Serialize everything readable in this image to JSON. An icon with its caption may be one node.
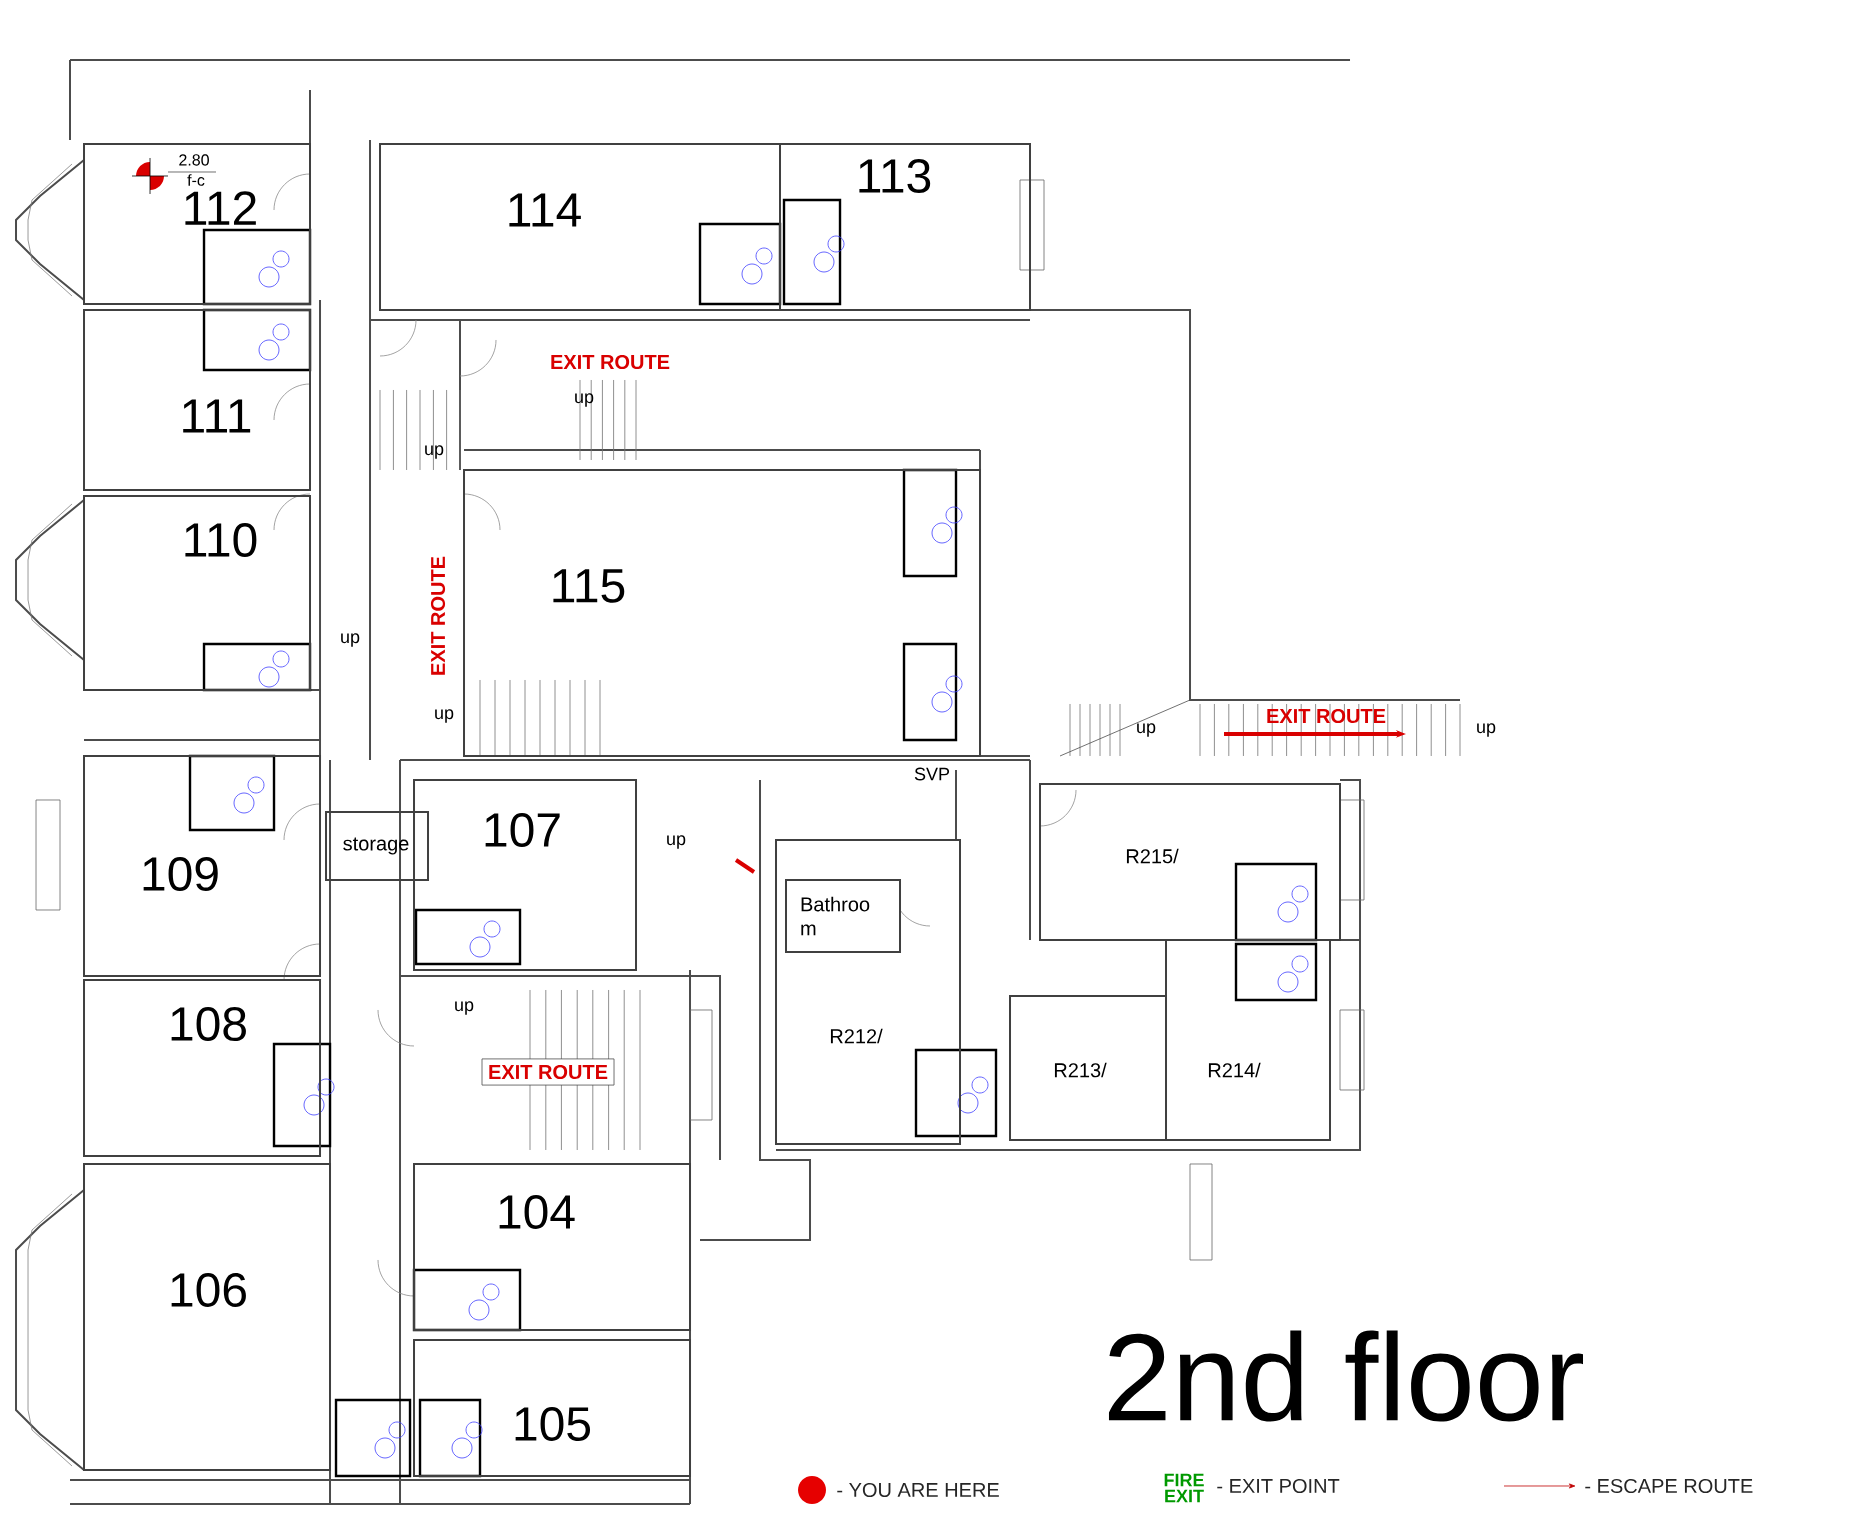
{
  "diagram": {
    "title": "2nd floor",
    "nodes": [
      {
        "text": [
          "112"
        ]
      },
      {
        "text": [
          "114"
        ]
      },
      {
        "text": [
          "113"
        ]
      },
      {
        "text": [
          "111"
        ]
      },
      {
        "text": [
          "110"
        ]
      },
      {
        "text": [
          "115"
        ]
      },
      {
        "text": [
          "R215/"
        ]
      },
      {
        "text": [
          "109"
        ]
      },
      {
        "text": [
          "storage"
        ]
      },
      {
        "text": [
          "107"
        ]
      },
      {
        "text": [
          "R212/"
        ]
      },
      {
        "text": [
          "Bathroo m"
        ],
        "in": 10
      },
      {
        "text": [
          "R213/"
        ]
      },
      {
        "text": [
          "R214/"
        ]
      },
      {
        "text": [
          "108"
        ]
      },
      {
        "text": [
          "104"
        ]
      },
      {
        "text": [
          "106"
        ]
      },
      {
        "text": [
          "105"
        ]
      }
    ],
    "labels": [
      "2.80",
      "f-c",
      "EXIT ROUTE",
      "up",
      "up",
      "EXIT ROUTE",
      "up",
      "up",
      "up",
      "EXIT ROUTE",
      "up",
      "SVP",
      "up",
      "up",
      "EXIT ROUTE",
      "FIRE EXIT"
    ],
    "legend": [
      {
        "text": "- YOU ARE HERE",
        "color": "#e60000"
      },
      {
        "text": "- EXIT POINT"
      },
      {
        "text": "- ESCAPE ROUTE"
      }
    ]
  }
}
